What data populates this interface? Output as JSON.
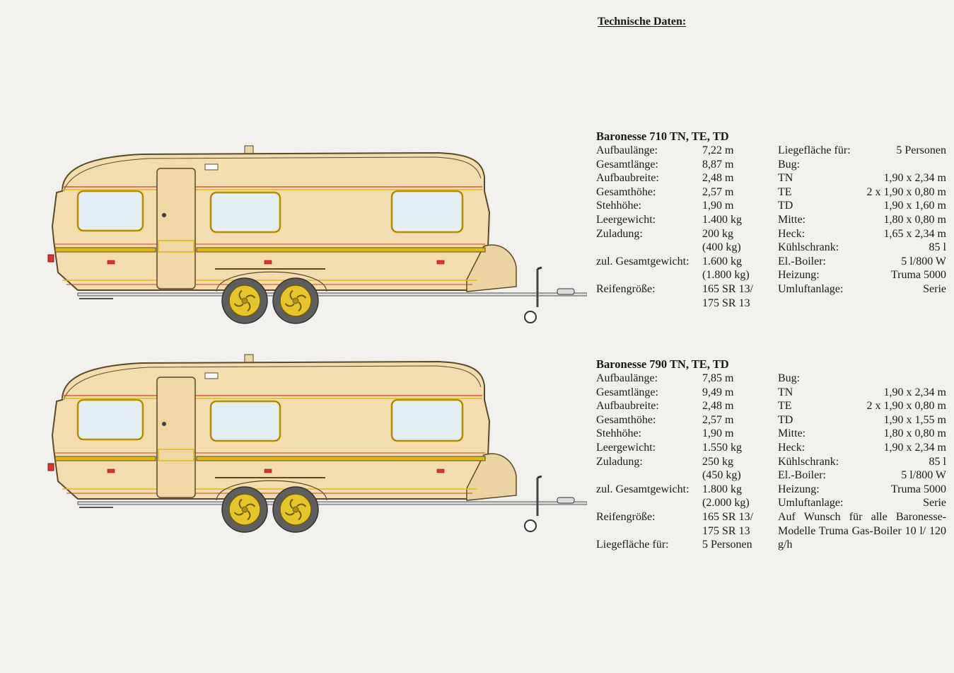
{
  "heading": "Technische Daten:",
  "models": [
    {
      "title": "Baronesse 710 TN, TE, TD",
      "left_labels": [
        "Aufbaulänge:",
        "Gesamtlänge:",
        "Aufbaubreite:",
        "Gesamthöhe:",
        "Stehhöhe:",
        "Leergewicht:",
        "Zuladung:",
        "",
        "zul. Gesamtgewicht:",
        "",
        "Reifengröße:",
        ""
      ],
      "left_values": [
        "7,22 m",
        "8,87 m",
        "2,48 m",
        "2,57 m",
        "1,90 m",
        "1.400 kg",
        "200 kg",
        "(400 kg)",
        "1.600 kg",
        "(1.800 kg)",
        "165 SR 13/",
        "175 SR 13"
      ],
      "right_labels": [
        "Liegefläche für:",
        "Bug:",
        "TN",
        "TE",
        "TD",
        "Mitte:",
        "Heck:",
        "Kühlschrank:",
        "El.-Boiler:",
        "Heizung:",
        "Umluftanlage:"
      ],
      "right_values": [
        "5 Personen",
        "",
        "1,90 x 2,34 m",
        "2 x 1,90 x 0,80 m",
        "1,90 x 1,60 m",
        "1,80 x 0,80 m",
        "1,65 x 2,34 m",
        "85 l",
        "5 l/800 W",
        "Truma 5000",
        "Serie"
      ],
      "note": ""
    },
    {
      "title": "Baronesse 790 TN, TE, TD",
      "left_labels": [
        "Aufbaulänge:",
        "Gesamtlänge:",
        "Aufbaubreite:",
        "Gesamthöhe:",
        "Stehhöhe:",
        "Leergewicht:",
        "Zuladung:",
        "",
        "zul. Gesamtgewicht:",
        "",
        "Reifengröße:",
        "",
        "Liegefläche für:"
      ],
      "left_values": [
        "7,85 m",
        "9,49 m",
        "2,48 m",
        "2,57 m",
        "1,90 m",
        "1.550 kg",
        "250 kg",
        "(450 kg)",
        "1.800 kg",
        "(2.000 kg)",
        "165 SR 13/",
        "175 SR 13",
        "5 Personen"
      ],
      "right_labels": [
        "Bug:",
        "TN",
        "TE",
        "TD",
        "Mitte:",
        "Heck:",
        "Kühlschrank:",
        "El.-Boiler:",
        "Heizung:",
        "Umluftanlage:"
      ],
      "right_values": [
        "",
        "1,90 x 2,34 m",
        "2 x 1,90 x 0,80 m",
        "1,90 x 1,55 m",
        "1,80 x 0,80 m",
        "1,90 x 2,34 m",
        "85 l",
        "5 l/800 W",
        "Truma 5000",
        "Serie"
      ],
      "note": "Auf Wunsch für alle Baronesse-Modelle Truma Gas-Boiler 10 l/ 120 g/h"
    }
  ],
  "colors": {
    "body": "#f3dcae",
    "outline": "#5a4a2a",
    "trim_yellow": "#e0b818",
    "trim_red": "#c8402a",
    "window": "#e4eef2",
    "tyre": "#5e5e5e",
    "rim": "#e6c52a"
  }
}
